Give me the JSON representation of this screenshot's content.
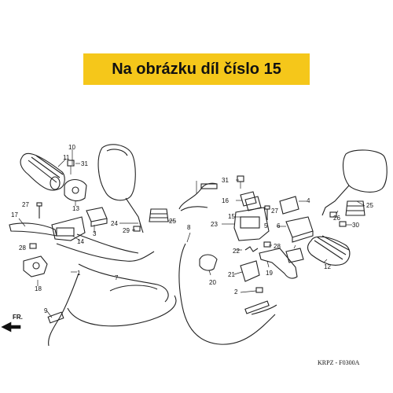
{
  "banner": {
    "text": "Na obrázku díl číslo 15",
    "color": "#f5c71a"
  },
  "diagram_code": "KRPZ - F0300A",
  "direction_label": "FR.",
  "part_numbers": [
    "10",
    "11",
    "31",
    "13",
    "27",
    "17",
    "14",
    "3",
    "29",
    "24",
    "25",
    "28",
    "18",
    "1",
    "7",
    "9",
    "31",
    "16",
    "4",
    "15",
    "27",
    "23",
    "5",
    "6",
    "22",
    "28",
    "21",
    "20",
    "2",
    "8",
    "19",
    "12",
    "26",
    "25",
    "30"
  ]
}
